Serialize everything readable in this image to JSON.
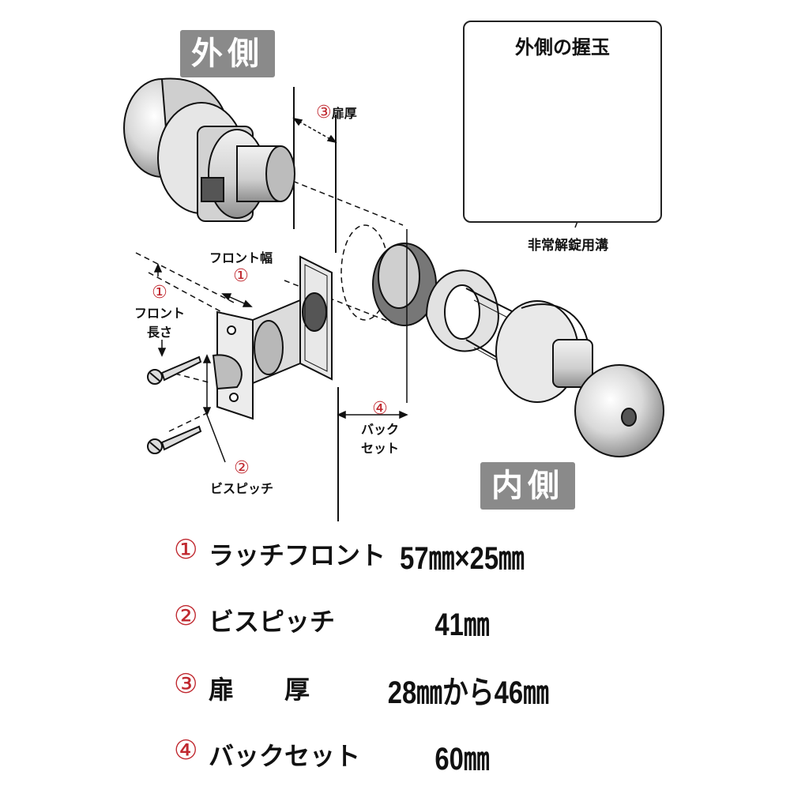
{
  "outer_label": "外側",
  "inner_label": "内側",
  "inset": {
    "title": "外側の握玉",
    "slot_label": "非常解錠用溝"
  },
  "callouts": {
    "door_thickness": {
      "num": "③",
      "text": "扉厚"
    },
    "front_width": {
      "text": "フロント幅",
      "num": "①"
    },
    "front_length": {
      "num": "①",
      "line1": "フロント",
      "line2": "長さ"
    },
    "screw_pitch": {
      "num": "②",
      "text": "ビスピッチ"
    },
    "backset": {
      "num": "④",
      "line1": "バック",
      "line2": "セット"
    }
  },
  "specs": [
    {
      "num": "①",
      "label": "ラッチフロント",
      "value": "57㎜×25㎜"
    },
    {
      "num": "②",
      "label": "ビスピッチ",
      "value": "41㎜"
    },
    {
      "num": "③",
      "label": "扉　　厚",
      "value": "28㎜から46㎜"
    },
    {
      "num": "④",
      "label": "バックセット",
      "value": "60㎜"
    }
  ]
}
